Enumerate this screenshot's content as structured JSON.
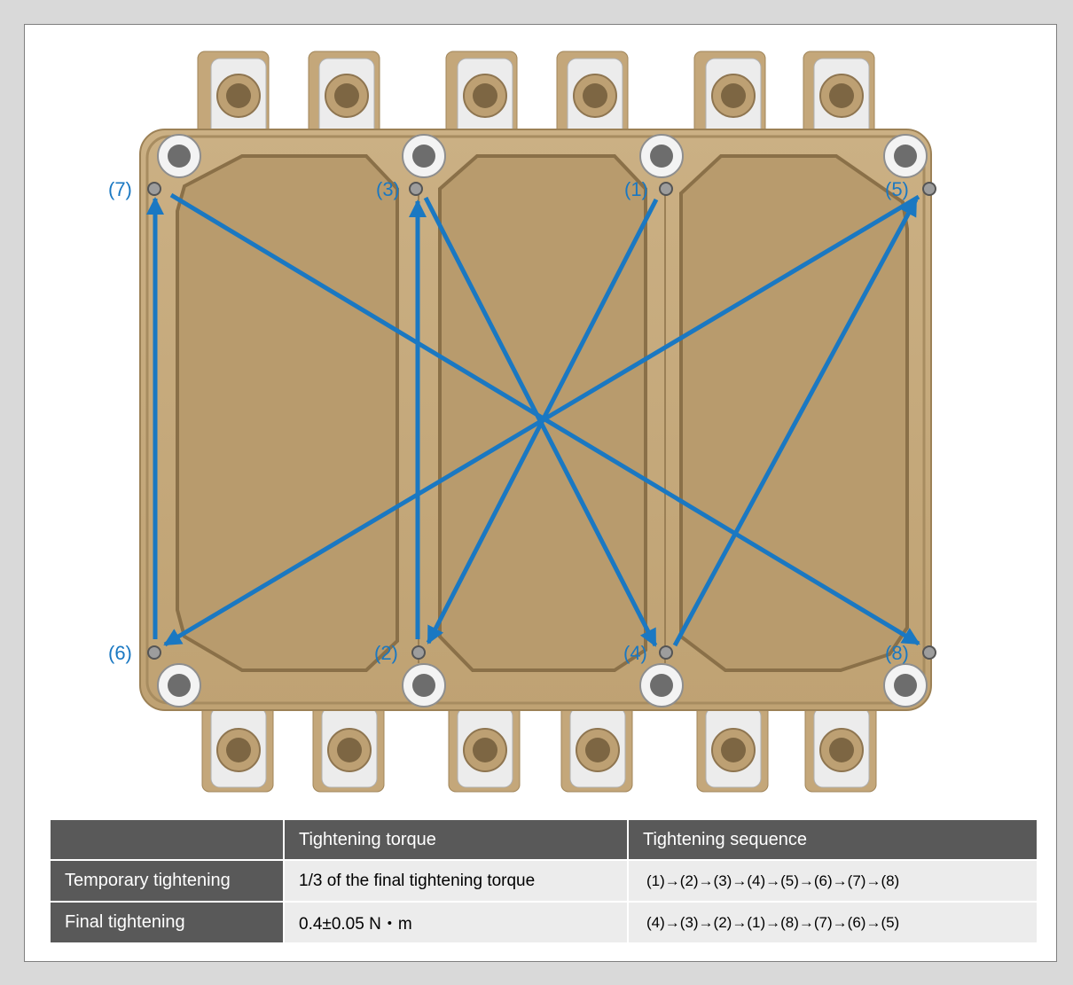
{
  "diagram": {
    "screw_labels": {
      "s1": "(1)",
      "s2": "(2)",
      "s3": "(3)",
      "s4": "(4)",
      "s5": "(5)",
      "s6": "(6)",
      "s7": "(7)",
      "s8": "(8)"
    },
    "colors": {
      "arrow": "#1a78c2",
      "module_body": "#c4a77a",
      "terminal": "#e8e8e8",
      "header_bg": "#595959",
      "cell_bg": "#ececec"
    }
  },
  "table": {
    "header": [
      "",
      "Tightening torque",
      "Tightening sequence"
    ],
    "rows": [
      {
        "label": "Temporary tightening",
        "torque": "1/3 of the final tightening torque",
        "sequence": "(1)→(2)→(3)→(4)→(5)→(6)→(7)→(8)"
      },
      {
        "label": "Final tightening",
        "torque": "0.4±0.05 N・m",
        "sequence": "(4)→(3)→(2)→(1)→(8)→(7)→(6)→(5)"
      }
    ]
  }
}
